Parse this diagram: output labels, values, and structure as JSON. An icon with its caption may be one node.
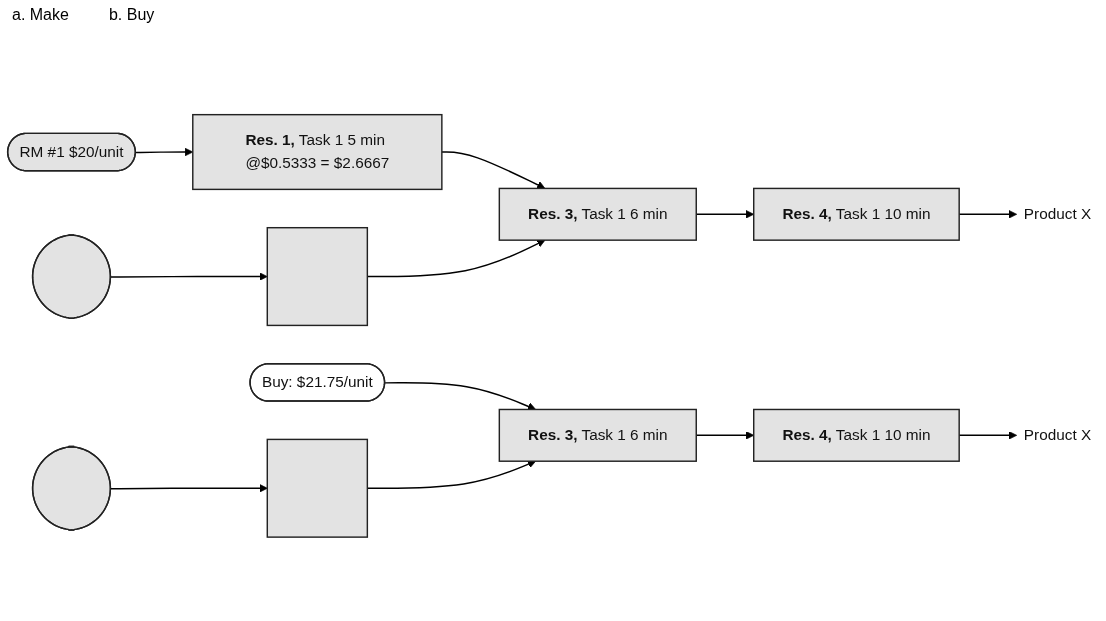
{
  "diagram": {
    "nodes": [
      {
        "text": [
          "RM #1 $20/unit"
        ]
      },
      {
        "text": [
          "**Res. 1,** Task 1 5 min @$0.5333 = $2.6667"
        ]
      },
      {
        "text": [],
        "shape": "ellipse"
      },
      {
        "text": [],
        "shape": "box"
      },
      {
        "text": [
          "**Res. 3,** Task 1 6 min"
        ]
      },
      {
        "text": [
          "**Res. 4,** Task 1 10 min"
        ]
      },
      {
        "text": [
          "Product X"
        ]
      },
      {
        "text": [
          "Buy: $21.75/unit"
        ]
      },
      {
        "text": [],
        "shape": "ellipse"
      },
      {
        "text": [],
        "shape": "box"
      },
      {
        "text": [
          "**Res. 3,** Task 1 6 min"
        ]
      },
      {
        "text": [
          "**Res. 4,** Task 1 10 min"
        ]
      },
      {
        "text": [
          "Product X"
        ]
      }
    ],
    "edges": [
      {
        "from": 0,
        "to": 1,
        "arrow": "to"
      },
      {
        "from": 1,
        "to": 4,
        "arrow": "to"
      },
      {
        "from": 2,
        "to": 3,
        "arrow": "to"
      },
      {
        "from": 3,
        "to": 4,
        "arrow": "to"
      },
      {
        "from": 4,
        "to": 5,
        "arrow": "to"
      },
      {
        "from": 5,
        "to": 6,
        "arrow": "to"
      },
      {
        "from": 7,
        "to": 10,
        "arrow": "to"
      },
      {
        "from": 8,
        "to": 9,
        "arrow": "to"
      },
      {
        "from": 9,
        "to": 10,
        "arrow": "to"
      },
      {
        "from": 10,
        "to": 11,
        "arrow": "to"
      },
      {
        "from": 11,
        "to": 12,
        "arrow": "to"
      }
    ],
    "labels": [
      "a. Make",
      "b. Buy"
    ]
  }
}
